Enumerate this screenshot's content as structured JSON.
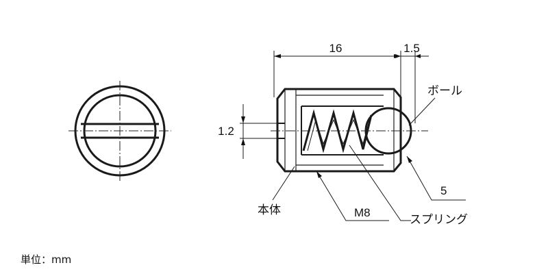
{
  "dimensions": {
    "length": "16",
    "ball_protrusion": "1.5",
    "slot_width": "1.2",
    "ball_diameter": "5",
    "thread": "M8"
  },
  "labels": {
    "ball": "ボール",
    "body": "本体",
    "spring": "スプリング"
  },
  "unit_note": "単位：mm"
}
